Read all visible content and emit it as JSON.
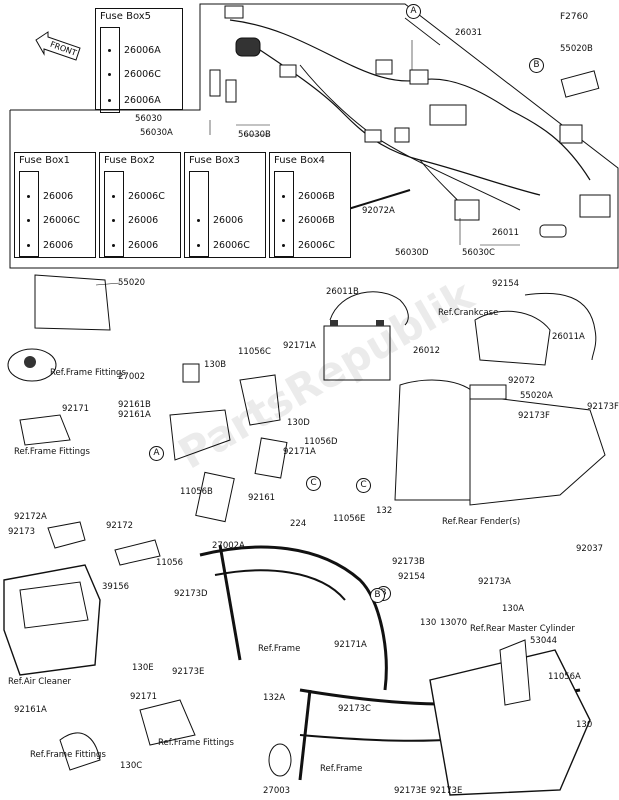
{
  "diagram_code": "F2760",
  "front_label": "FRONT",
  "watermark": "PartsRepublik",
  "fuse_boxes": [
    {
      "title": "Fuse Box5",
      "rows": [
        "26006A",
        "26006C",
        "26006A"
      ]
    },
    {
      "title": "Fuse Box1",
      "rows": [
        "26006",
        "26006C",
        "26006"
      ]
    },
    {
      "title": "Fuse Box2",
      "rows": [
        "26006C",
        "26006",
        "26006"
      ]
    },
    {
      "title": "Fuse Box3",
      "rows": [
        "26006",
        "26006C"
      ]
    },
    {
      "title": "Fuse Box4",
      "rows": [
        "26006B",
        "26006B",
        "26006C"
      ]
    }
  ],
  "callouts": [
    "A",
    "B",
    "B",
    "A",
    "C",
    "C",
    "B"
  ],
  "labels": [
    "26031",
    "55020B",
    "56030",
    "56030A",
    "56030B",
    "92072A",
    "26011",
    "56030D",
    "56030C",
    "55020",
    "Ref.Frame Fittings",
    "26011B",
    "92154",
    "Ref.Crankcase",
    "26011A",
    "26012",
    "27002",
    "11056C",
    "92171A",
    "130B",
    "92161B",
    "92161A",
    "92072",
    "55020A",
    "92173F",
    "92173F",
    "130D",
    "92171",
    "Ref.Frame Fittings",
    "11056D",
    "11056B",
    "92171A",
    "92161",
    "224",
    "11056E",
    "132",
    "92172A",
    "92173",
    "92172",
    "11056",
    "27002A",
    "Ref.Rear Fender(s)",
    "92037",
    "39156",
    "92173D",
    "92173B",
    "92154",
    "92173A",
    "130A",
    "Ref.Rear Master Cylinder",
    "130E",
    "92173E",
    "Ref.Frame",
    "92171A",
    "130",
    "13070",
    "53044",
    "11056A",
    "Ref.Air Cleaner",
    "92161A",
    "92171",
    "132A",
    "92173C",
    "130",
    "130C",
    "Ref.Frame Fittings",
    "Ref.Frame Fittings",
    "Ref.Frame",
    "27003",
    "92173E",
    "92173E"
  ]
}
